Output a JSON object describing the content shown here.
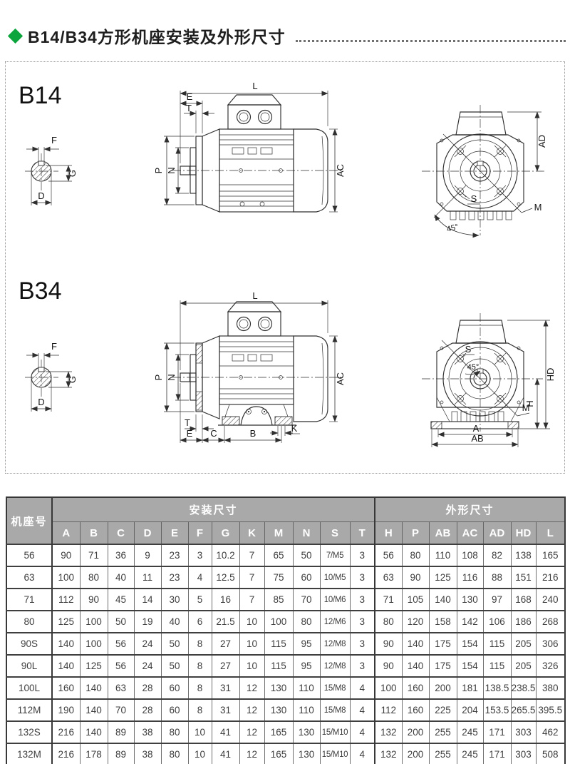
{
  "header": {
    "title": "B14/B34方形机座安装及外形尺寸",
    "accent_color": "#0ca43d"
  },
  "drawings": {
    "b14": {
      "label": "B14",
      "dims": {
        "F": "F",
        "G": "G",
        "D": "D",
        "L": "L",
        "E": "E",
        "T": "T",
        "P": "P",
        "N": "N",
        "AC": "AC",
        "AD": "AD",
        "S": "S",
        "M": "M",
        "angle": "45°"
      }
    },
    "b34": {
      "label": "B34",
      "dims": {
        "F": "F",
        "G": "G",
        "D": "D",
        "L": "L",
        "E": "E",
        "T": "T",
        "P": "P",
        "N": "N",
        "AC": "AC",
        "C": "C",
        "B": "B",
        "K": "K",
        "S": "S",
        "angle": "45°",
        "HD": "HD",
        "H": "H",
        "M": "M",
        "A": "A",
        "AB": "AB"
      }
    }
  },
  "table": {
    "frame_header": "机座号",
    "mount_header": "安装尺寸",
    "outline_header": "外形尺寸",
    "mount_cols": [
      "A",
      "B",
      "C",
      "D",
      "E",
      "F",
      "G",
      "K",
      "M",
      "N",
      "S",
      "T"
    ],
    "outline_cols": [
      "H",
      "P",
      "AB",
      "AC",
      "AD",
      "HD",
      "L"
    ],
    "rows": [
      {
        "frame": "56",
        "values": [
          "90",
          "71",
          "36",
          "9",
          "23",
          "3",
          "10.2",
          "7",
          "65",
          "50",
          "7/M5",
          "3",
          "56",
          "80",
          "110",
          "108",
          "82",
          "138",
          "165"
        ]
      },
      {
        "frame": "63",
        "values": [
          "100",
          "80",
          "40",
          "11",
          "23",
          "4",
          "12.5",
          "7",
          "75",
          "60",
          "10/M5",
          "3",
          "63",
          "90",
          "125",
          "116",
          "88",
          "151",
          "216"
        ]
      },
      {
        "frame": "71",
        "values": [
          "112",
          "90",
          "45",
          "14",
          "30",
          "5",
          "16",
          "7",
          "85",
          "70",
          "10/M6",
          "3",
          "71",
          "105",
          "140",
          "130",
          "97",
          "168",
          "240"
        ]
      },
      {
        "frame": "80",
        "values": [
          "125",
          "100",
          "50",
          "19",
          "40",
          "6",
          "21.5",
          "10",
          "100",
          "80",
          "12/M6",
          "3",
          "80",
          "120",
          "158",
          "142",
          "106",
          "186",
          "268"
        ]
      },
      {
        "frame": "90S",
        "values": [
          "140",
          "100",
          "56",
          "24",
          "50",
          "8",
          "27",
          "10",
          "115",
          "95",
          "12/M8",
          "3",
          "90",
          "140",
          "175",
          "154",
          "115",
          "205",
          "306"
        ]
      },
      {
        "frame": "90L",
        "values": [
          "140",
          "125",
          "56",
          "24",
          "50",
          "8",
          "27",
          "10",
          "115",
          "95",
          "12/M8",
          "3",
          "90",
          "140",
          "175",
          "154",
          "115",
          "205",
          "326"
        ]
      },
      {
        "frame": "100L",
        "values": [
          "160",
          "140",
          "63",
          "28",
          "60",
          "8",
          "31",
          "12",
          "130",
          "110",
          "15/M8",
          "4",
          "100",
          "160",
          "200",
          "181",
          "138.5",
          "238.5",
          "380"
        ]
      },
      {
        "frame": "112M",
        "values": [
          "190",
          "140",
          "70",
          "28",
          "60",
          "8",
          "31",
          "12",
          "130",
          "110",
          "15/M8",
          "4",
          "112",
          "160",
          "225",
          "204",
          "153.5",
          "265.5",
          "395.5"
        ]
      },
      {
        "frame": "132S",
        "values": [
          "216",
          "140",
          "89",
          "38",
          "80",
          "10",
          "41",
          "12",
          "165",
          "130",
          "15/M10",
          "4",
          "132",
          "200",
          "255",
          "245",
          "171",
          "303",
          "462"
        ]
      },
      {
        "frame": "132M",
        "values": [
          "216",
          "178",
          "89",
          "38",
          "80",
          "10",
          "41",
          "12",
          "165",
          "130",
          "15/M10",
          "4",
          "132",
          "200",
          "255",
          "245",
          "171",
          "303",
          "508"
        ]
      }
    ]
  }
}
